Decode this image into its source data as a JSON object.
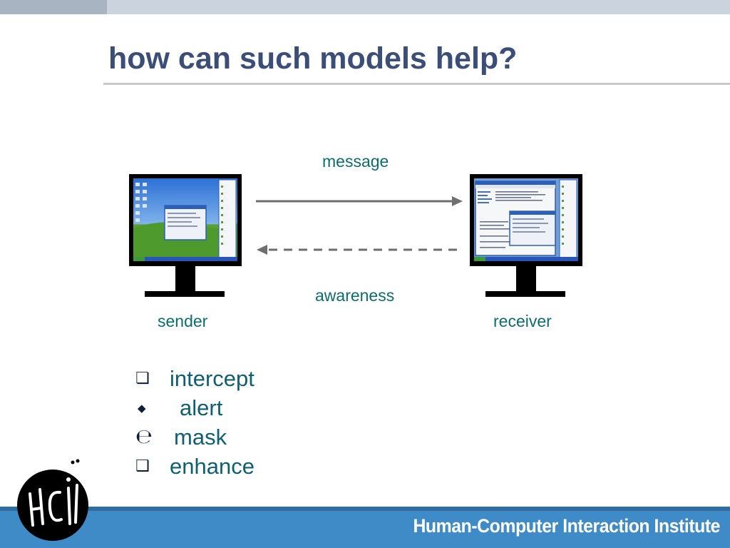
{
  "slide": {
    "title": "how can such models help?"
  },
  "diagram": {
    "sender_label": "sender",
    "receiver_label": "receiver",
    "message_label": "message",
    "awareness_label": "awareness"
  },
  "bullets": [
    {
      "icon": "hollow-square-icon",
      "glyph": "❏",
      "text": "intercept"
    },
    {
      "icon": "diamond-icon",
      "glyph": "◆",
      "text": "alert"
    },
    {
      "icon": "script-e-icon",
      "glyph": "℮",
      "text": "mask"
    },
    {
      "icon": "shadowed-square-icon",
      "glyph": "❑",
      "text": "enhance"
    }
  ],
  "footer": {
    "institute": "Human-Computer Interaction Institute",
    "logo_text": "HCII"
  },
  "colors": {
    "title": "#3b4e78",
    "labels": "#0f6c6c",
    "footer": "#3e8bc7"
  }
}
